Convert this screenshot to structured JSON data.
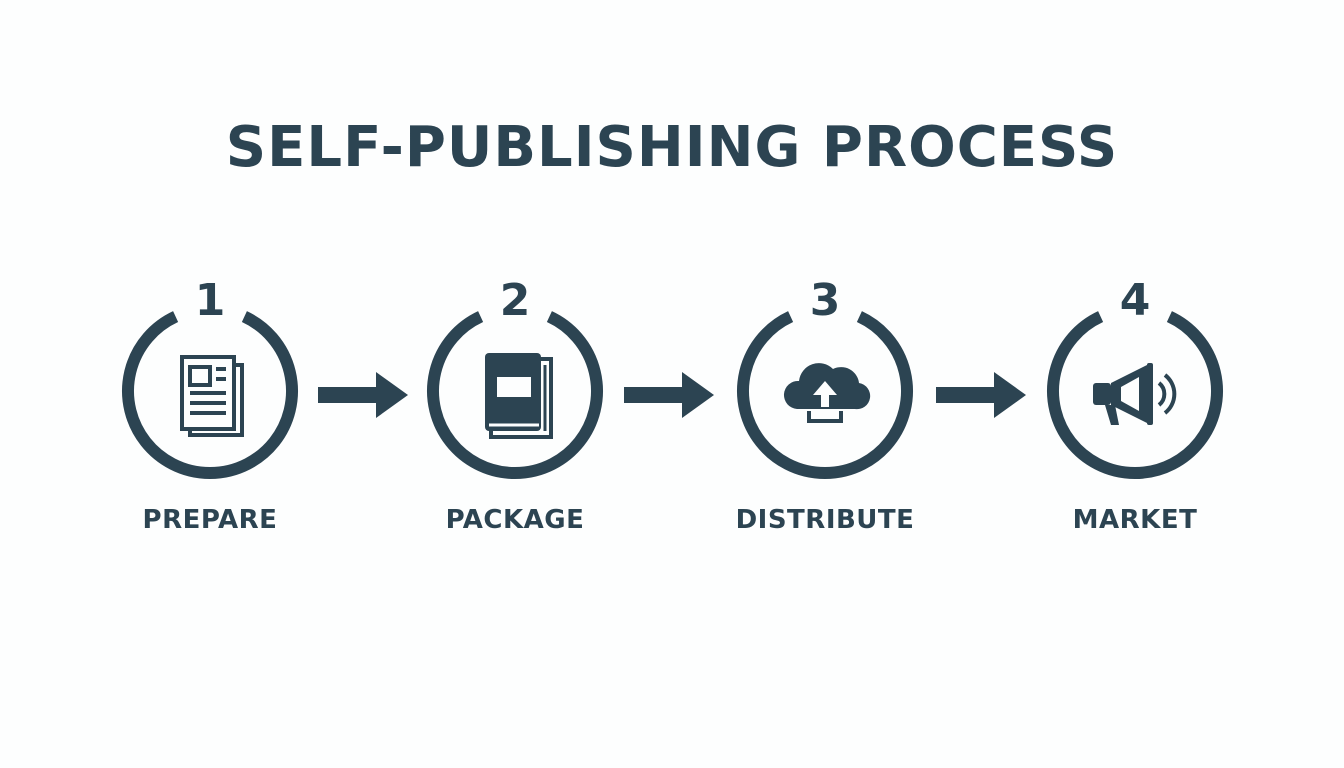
{
  "title": "SELF-PUBLISHING PROCESS",
  "colors": {
    "primary": "#2c4452",
    "background": "#fdfefe"
  },
  "steps": [
    {
      "number": "1",
      "label": "PREPARE",
      "icon": "document-icon"
    },
    {
      "number": "2",
      "label": "PACKAGE",
      "icon": "book-icon"
    },
    {
      "number": "3",
      "label": "DISTRIBUTE",
      "icon": "cloud-upload-icon"
    },
    {
      "number": "4",
      "label": "MARKET",
      "icon": "megaphone-icon"
    }
  ]
}
